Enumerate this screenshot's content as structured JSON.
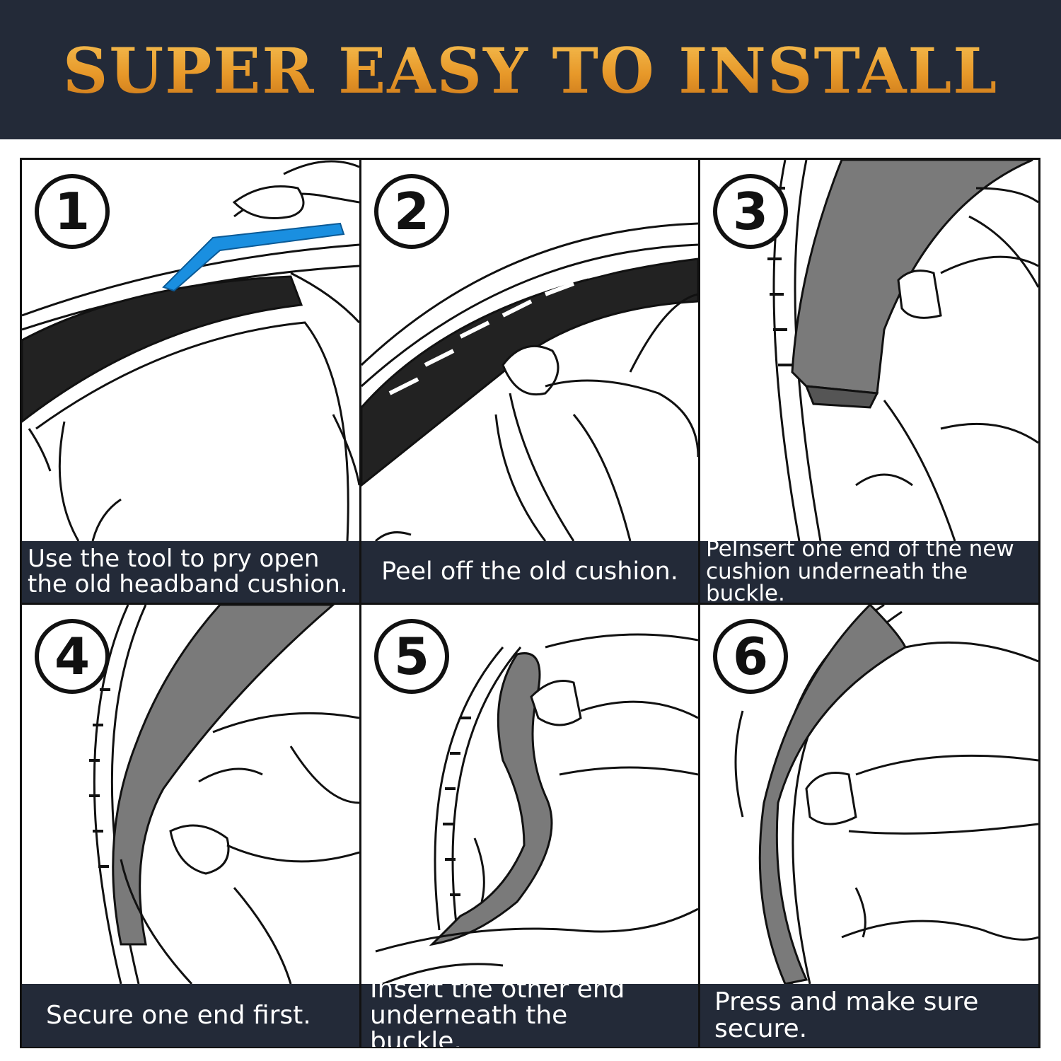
{
  "banner": {
    "title": "SUPER EASY TO INSTALL"
  },
  "steps": [
    {
      "number": "1",
      "caption": "Use the tool to pry open the old headband cushion."
    },
    {
      "number": "2",
      "caption": "Peel off the old cushion."
    },
    {
      "number": "3",
      "caption": "PeInsert one end of the new cushion underneath the buckle."
    },
    {
      "number": "4",
      "caption": "Secure one end first."
    },
    {
      "number": "5",
      "caption": "Insert the other end underneath the buckle."
    },
    {
      "number": "6",
      "caption": "Press and make sure secure."
    }
  ],
  "colors": {
    "banner_bg": "#232a38",
    "title_gold": "#e79f2c",
    "cushion_black": "#222222",
    "cushion_gray": "#7a7a7a",
    "tool_blue": "#1a8fe0"
  }
}
